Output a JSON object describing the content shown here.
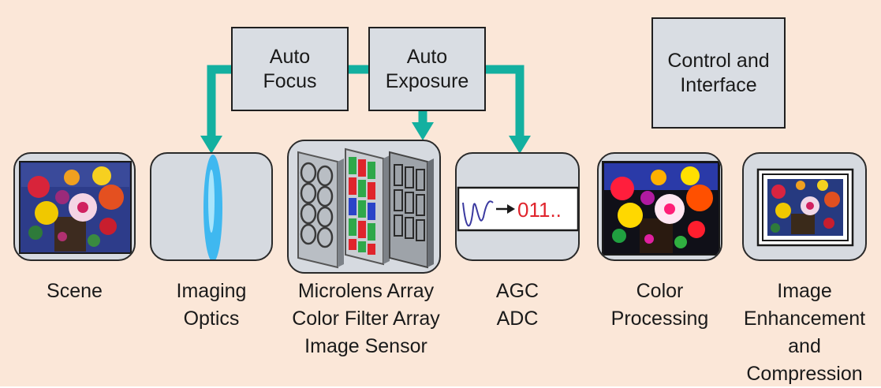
{
  "boxes": {
    "auto_focus": [
      "Auto",
      "Focus"
    ],
    "auto_exposure": [
      "Auto",
      "Exposure"
    ],
    "control_interface": [
      "Control and",
      "Interface"
    ]
  },
  "stages": {
    "scene": [
      "Scene"
    ],
    "imaging_optics": [
      "Imaging",
      "Optics"
    ],
    "sensor": [
      "Microlens Array",
      "Color Filter Array",
      "Image Sensor"
    ],
    "agc_adc": [
      "AGC",
      "ADC"
    ],
    "color_processing": [
      "Color",
      "Processing"
    ],
    "enhancement": [
      "Image",
      "Enhancement",
      "and",
      "Compression"
    ]
  },
  "adc_readout": "011..",
  "colors": {
    "background": "#fbe7d8",
    "arrow": "#13b0a0",
    "box": "#d9dde3",
    "panel": "#d6dae0",
    "lens": "#3fb8f0",
    "digital_text": "#e0242c"
  },
  "icons": {
    "scene": "flower-photo-icon",
    "optics": "lens-icon",
    "sensor": "sensor-stack-icon",
    "adc": "waveform-to-digital-icon",
    "color": "color-photo-icon",
    "enhancement": "framed-photo-icon"
  }
}
